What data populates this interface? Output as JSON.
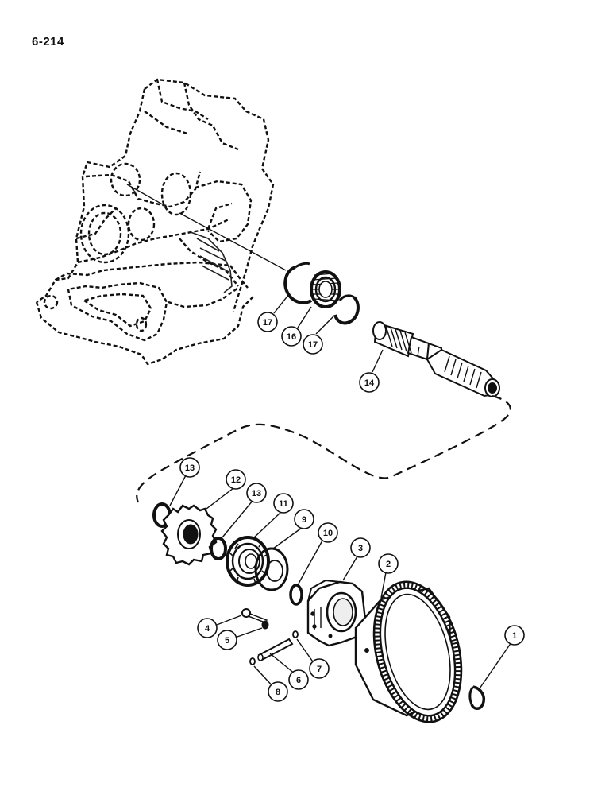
{
  "page": {
    "number": "6-214"
  },
  "diagram": {
    "callouts": [
      {
        "id": "callout-17a",
        "label": "17",
        "part": "snap-ring"
      },
      {
        "id": "callout-16",
        "label": "16",
        "part": "needle-bearing"
      },
      {
        "id": "callout-17b",
        "label": "17",
        "part": "snap-ring"
      },
      {
        "id": "callout-14",
        "label": "14",
        "part": "splined-shaft"
      },
      {
        "id": "callout-13a",
        "label": "13",
        "part": "snap-ring"
      },
      {
        "id": "callout-12",
        "label": "12",
        "part": "spur-gear"
      },
      {
        "id": "callout-13b",
        "label": "13",
        "part": "snap-ring"
      },
      {
        "id": "callout-11",
        "label": "11",
        "part": "ball-bearing"
      },
      {
        "id": "callout-9",
        "label": "9",
        "part": "thrust-washer"
      },
      {
        "id": "callout-10",
        "label": "10",
        "part": "snap-ring"
      },
      {
        "id": "callout-3",
        "label": "3",
        "part": "planet-carrier"
      },
      {
        "id": "callout-2",
        "label": "2",
        "part": "ring-gear"
      },
      {
        "id": "callout-4",
        "label": "4",
        "part": "bolt"
      },
      {
        "id": "callout-5",
        "label": "5",
        "part": "lock-washer"
      },
      {
        "id": "callout-6",
        "label": "6",
        "part": "pin"
      },
      {
        "id": "callout-7",
        "label": "7",
        "part": "o-ring"
      },
      {
        "id": "callout-8",
        "label": "8",
        "part": "o-ring"
      },
      {
        "id": "callout-1",
        "label": "1",
        "part": "snap-ring"
      }
    ]
  }
}
